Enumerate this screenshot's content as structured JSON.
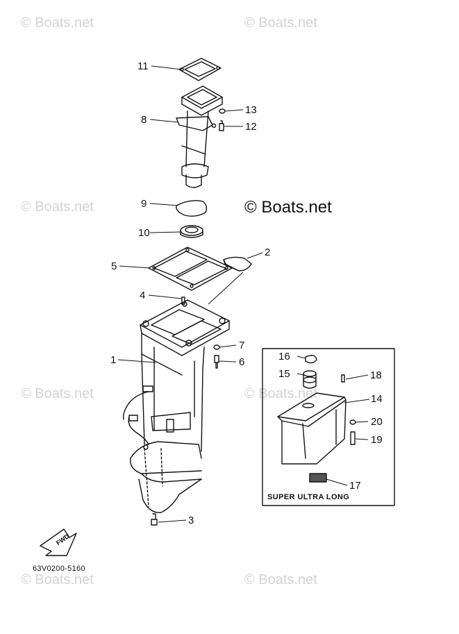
{
  "watermarks": {
    "text": "© Boats.net",
    "main": "© Boats.net"
  },
  "part_labels": [
    "1",
    "2",
    "3",
    "4",
    "5",
    "6",
    "7",
    "8",
    "9",
    "10",
    "11",
    "12",
    "13",
    "14",
    "15",
    "16",
    "17",
    "18",
    "19",
    "20"
  ],
  "inset": {
    "title": "SUPER ULTRA LONG"
  },
  "diagram_code": "63V0200-5160",
  "fwd_label": "FWD"
}
